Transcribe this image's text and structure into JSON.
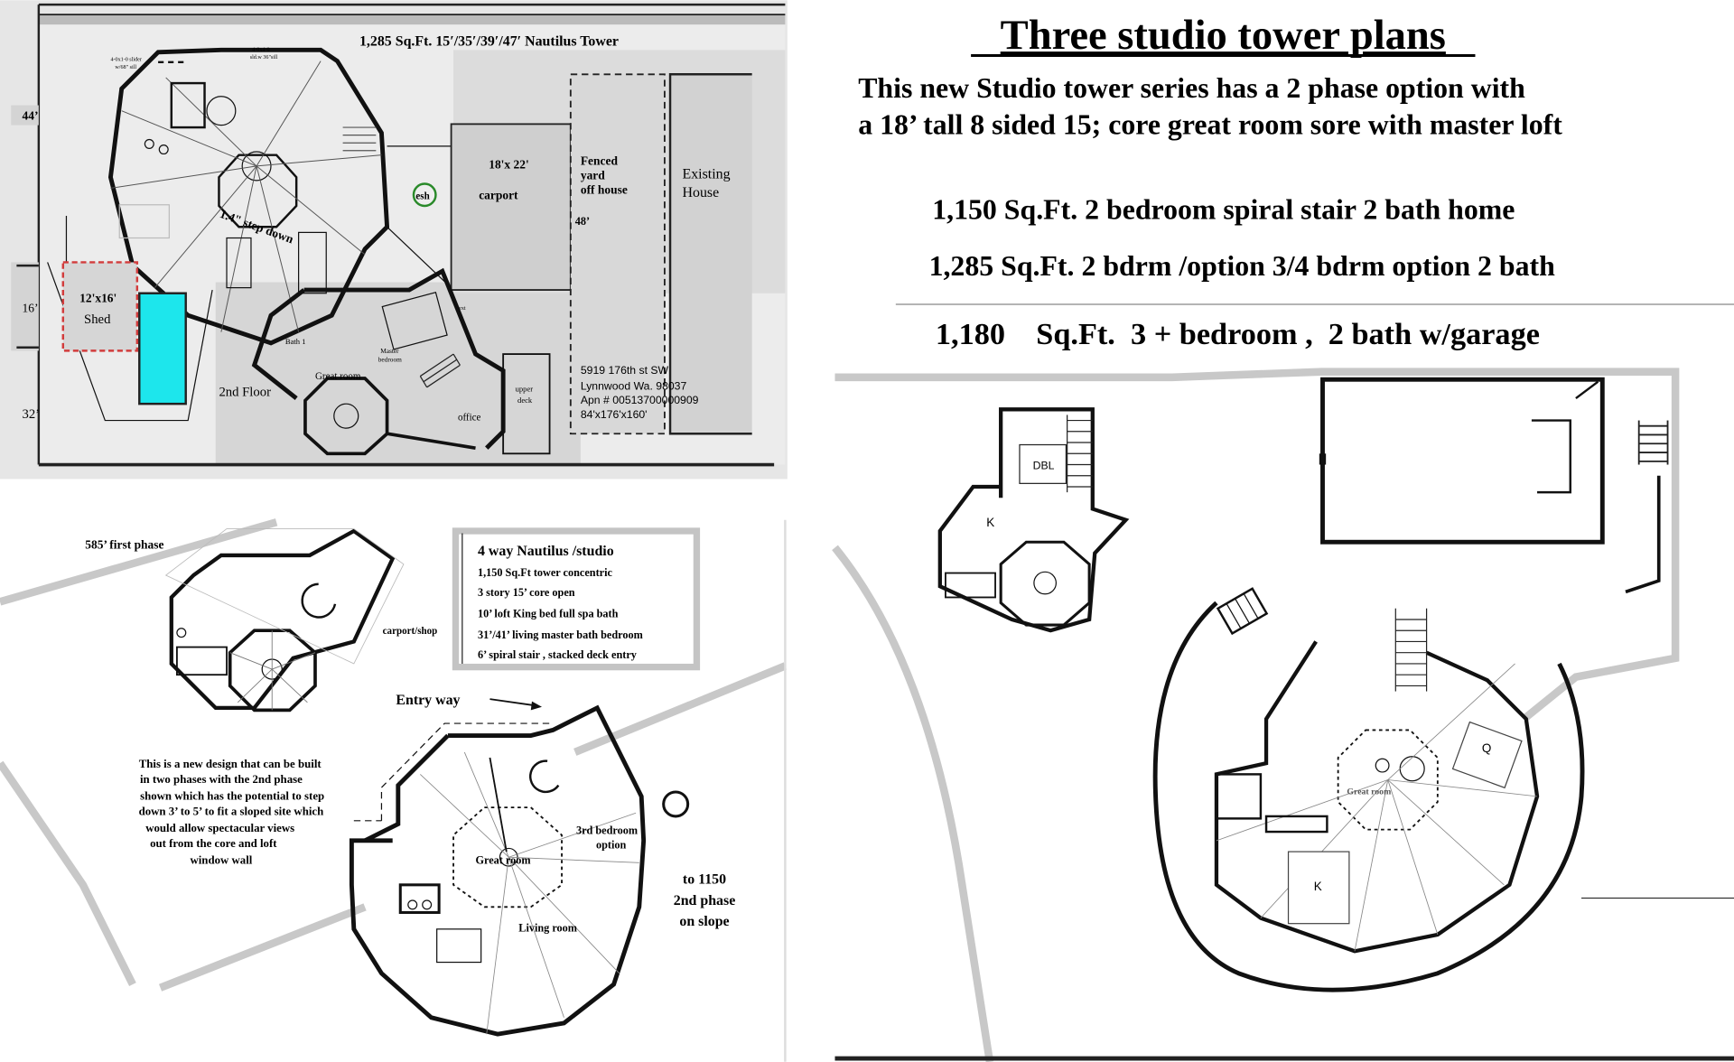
{
  "site_plan": {
    "title": "1,285 Sq.Ft. 15′/35′/39′/47′ Nautilus Tower",
    "dim_44": "44’",
    "dim_16": "16’",
    "dim_32": "32’",
    "dim_48": "48’",
    "slider_note_1": "4-0x1-0 slider",
    "slider_note_2": "w/68\" sill",
    "window_note_1": "4-0x4-0",
    "window_note_2": "sld.w 36\"sill",
    "step_down": "1.4\" step down",
    "esh": "esh",
    "carport_size": "18'x  22'",
    "carport": "carport",
    "fenced": [
      "Fenced",
      "yard",
      "off house"
    ],
    "existing_house": [
      "Existing",
      "House"
    ],
    "shed_size": "12'x16'",
    "shed": "Shed",
    "second_floor": "2nd Floor",
    "bath1": "Bath 1",
    "master_bedroom": [
      "Master",
      "bedroom"
    ],
    "great_room": "Great room",
    "office": "office",
    "upper_deck": [
      "upper",
      "deck"
    ],
    "ext": "ext",
    "address": [
      "5919  176th st SW",
      "Lynnwood Wa. 98037",
      "Apn # 00513700000909",
      "84'x176'x160'"
    ],
    "pool_color": "#1de6ec",
    "shed_border_color": "#d23c3c"
  },
  "header": {
    "title": "Three studio tower  plans",
    "intro_1": "This new Studio tower series  has a 2 phase option with",
    "intro_2": "a 18’ tall 8 sided 15; core great room sore with master loft",
    "plan_1": "1,150 Sq.Ft. 2 bedroom spiral stair  2 bath home",
    "plan_2": "1,285 Sq.Ft.  2 bdrm  /option  3/4 bdrm option  2 bath",
    "plan_3": "1,180    Sq.Ft.  3 + bedroom ,  2 bath w/garage"
  },
  "studio_plan": {
    "first_phase": "585’ first phase",
    "carport_shop": "carport/shop",
    "info_box": {
      "title": "4 way Nautilus /studio",
      "lines": [
        "1,150 Sq.Ft  tower concentric",
        "3 story 15’ core open",
        "10’ loft King bed full spa  bath",
        "31’/41’ living master bath bedroom",
        "6’ spiral stair , stacked deck entry"
      ]
    },
    "entry_way": "Entry way",
    "description": [
      "This is a new design that can be built",
      "in two phases with the 2nd phase",
      "shown which has the potential to step",
      "down 3’ to 5’ to fit a sloped site which",
      "would  allow  spectacular views",
      "out  from the core and loft",
      "window wall"
    ],
    "great_room": "Great room",
    "third_bedroom": [
      "3rd  bedroom",
      "option"
    ],
    "living_room": "Living room",
    "second_phase": [
      "to 1150",
      "2nd phase",
      "on slope"
    ]
  },
  "garage_plan": {
    "dbl": "DBL",
    "k_small": "K",
    "q": "Q",
    "k_large": "K",
    "great_room": "Great room"
  }
}
